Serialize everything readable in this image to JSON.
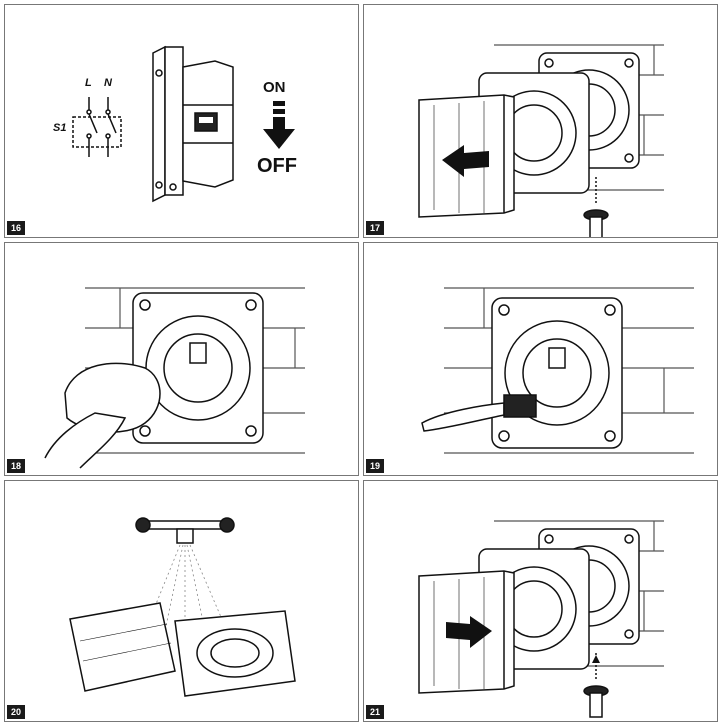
{
  "panels": [
    {
      "number": "16"
    },
    {
      "number": "17"
    },
    {
      "number": "18"
    },
    {
      "number": "19"
    },
    {
      "number": "20"
    },
    {
      "number": "21"
    }
  ],
  "switch_labels": {
    "line": "L",
    "neutral": "N",
    "switch": "S1"
  },
  "breaker_labels": {
    "on": "ON",
    "off": "OFF"
  }
}
